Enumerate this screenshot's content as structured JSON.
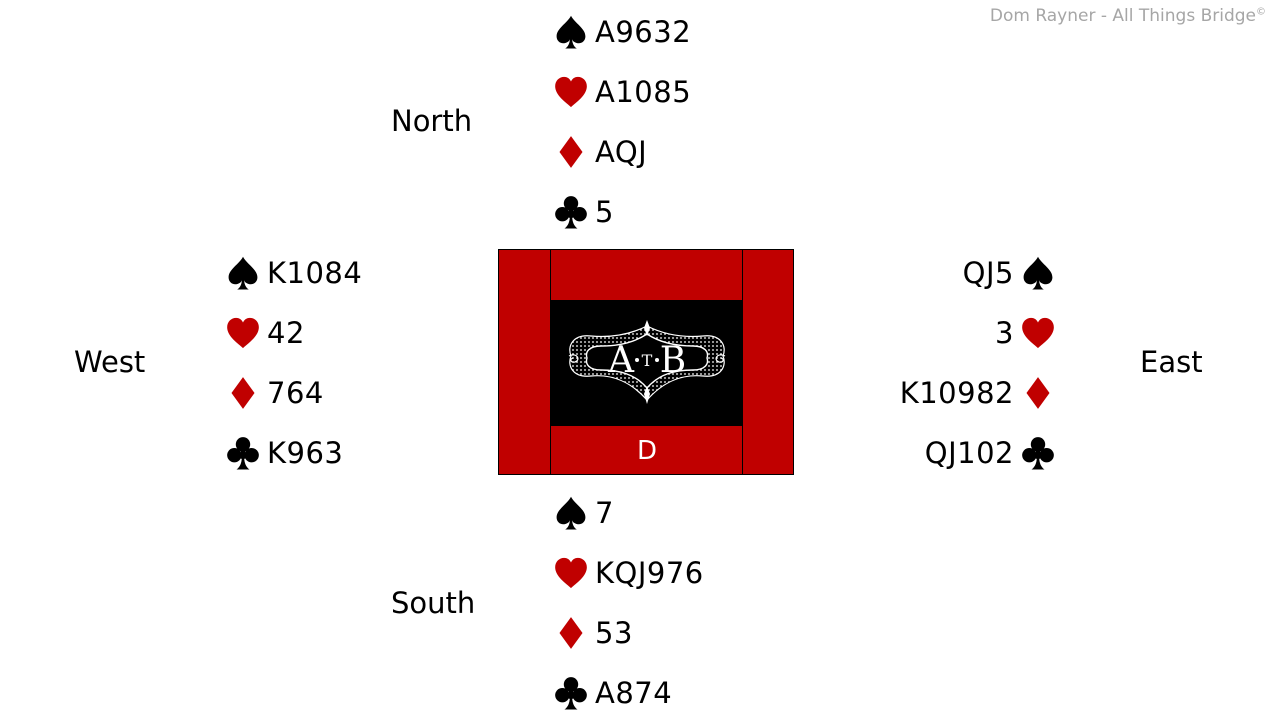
{
  "credit": {
    "text": "Dom Rayner  - All Things Bridge",
    "symbol": "©"
  },
  "seats": {
    "north": "North",
    "south": "South",
    "east": "East",
    "west": "West"
  },
  "colors": {
    "red_suit": "#c00000",
    "black_suit": "#000000",
    "table": "#c00000",
    "credit": "#a6a6a6"
  },
  "hands": {
    "north": {
      "spades": "A9632",
      "hearts": "A1085",
      "diamonds": "AQJ",
      "clubs": "5"
    },
    "west": {
      "spades": "K1084",
      "hearts": "42",
      "diamonds": "764",
      "clubs": "K963"
    },
    "east": {
      "spades": "QJ5",
      "hearts": "3",
      "diamonds": "K10982",
      "clubs": "QJ102"
    },
    "south": {
      "spades": "7",
      "hearts": "KQJ976",
      "diamonds": "53",
      "clubs": "A874"
    }
  },
  "table": {
    "logo_text": "ATB",
    "dealer_marker": "D"
  },
  "icons": {
    "spades": "spade-icon",
    "hearts": "heart-icon",
    "diamonds": "diamond-icon",
    "clubs": "club-icon"
  }
}
